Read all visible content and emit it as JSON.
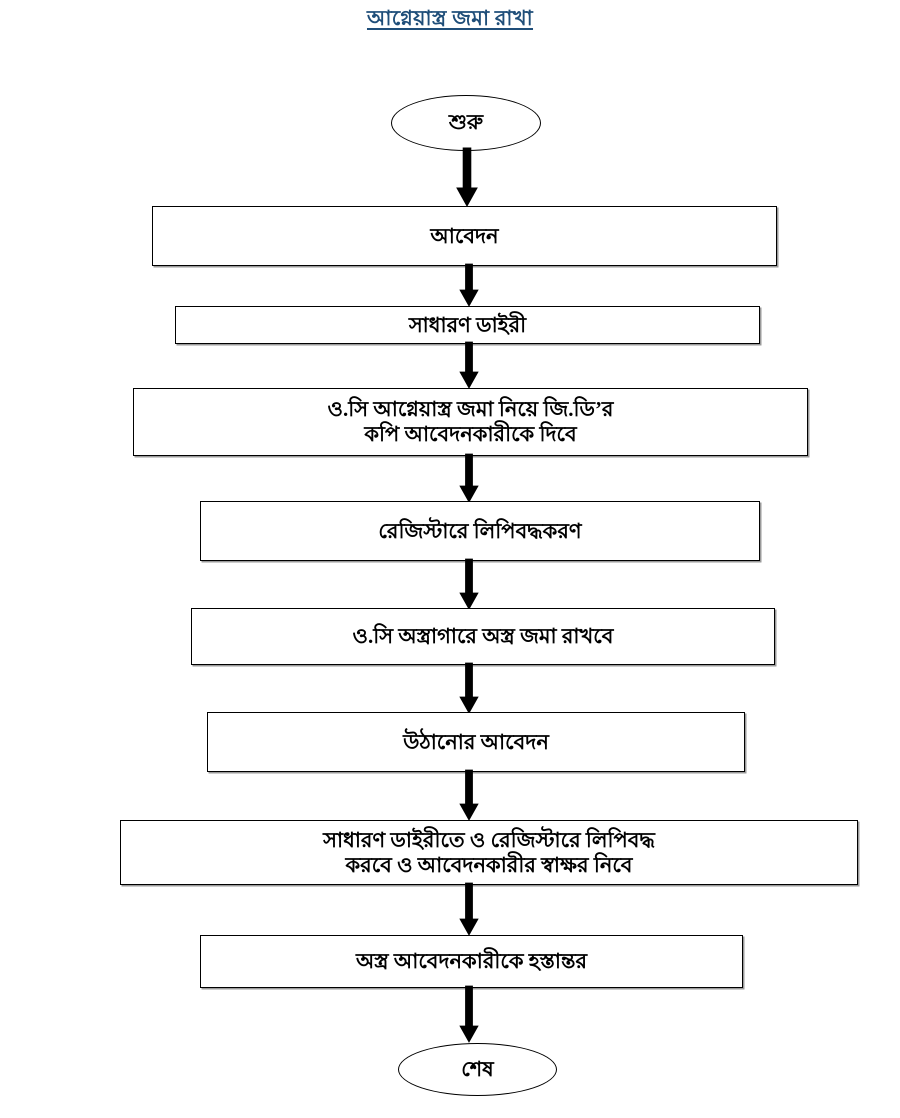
{
  "document": {
    "title": "আগ্নেয়াস্ত্র জমা রাখা",
    "language": "bn",
    "background_color": "#ffffff",
    "title_color": "#1F4E79",
    "node_border_color": "#000000",
    "node_fill_color": "#ffffff",
    "connector_color": "#000000"
  },
  "flowchart": {
    "type": "flowchart",
    "orientation": "top-to-bottom",
    "nodes": [
      {
        "id": "start",
        "shape": "terminator",
        "label": "শুরু"
      },
      {
        "id": "n1",
        "shape": "process",
        "label": "আবেদন"
      },
      {
        "id": "n2",
        "shape": "process",
        "label": "সাধারণ ডাইরী"
      },
      {
        "id": "n3",
        "shape": "process",
        "label": "ও.সি আগ্নেয়াস্ত্র জমা নিয়ে জি.ডি’র\nকপি আবেদনকারীকে দিবে"
      },
      {
        "id": "n4",
        "shape": "process",
        "label": "রেজিস্টারে লিপিবদ্ধকরণ"
      },
      {
        "id": "n5",
        "shape": "process",
        "label": "ও.সি অস্ত্রাগারে অস্ত্র জমা রাখবে"
      },
      {
        "id": "n6",
        "shape": "process",
        "label": "উঠানোর আবেদন"
      },
      {
        "id": "n7",
        "shape": "process",
        "label": "সাধারণ ডাইরীতে ও রেজিস্টারে লিপিবদ্ধ\nকরবে ও আবেদনকারীর স্বাক্ষর নিবে"
      },
      {
        "id": "n8",
        "shape": "process",
        "label": "অস্ত্র আবেদনকারীকে হস্তান্তর"
      },
      {
        "id": "end",
        "shape": "terminator",
        "label": "শেষ"
      }
    ],
    "edges": [
      {
        "from": "start",
        "to": "n1",
        "arrow": "down"
      },
      {
        "from": "n1",
        "to": "n2",
        "arrow": "down"
      },
      {
        "from": "n2",
        "to": "n3",
        "arrow": "down"
      },
      {
        "from": "n3",
        "to": "n4",
        "arrow": "down"
      },
      {
        "from": "n4",
        "to": "n5",
        "arrow": "down"
      },
      {
        "from": "n5",
        "to": "n6",
        "arrow": "down"
      },
      {
        "from": "n6",
        "to": "n7",
        "arrow": "down"
      },
      {
        "from": "n7",
        "to": "n8",
        "arrow": "down"
      },
      {
        "from": "n8",
        "to": "end",
        "arrow": "down"
      }
    ]
  }
}
